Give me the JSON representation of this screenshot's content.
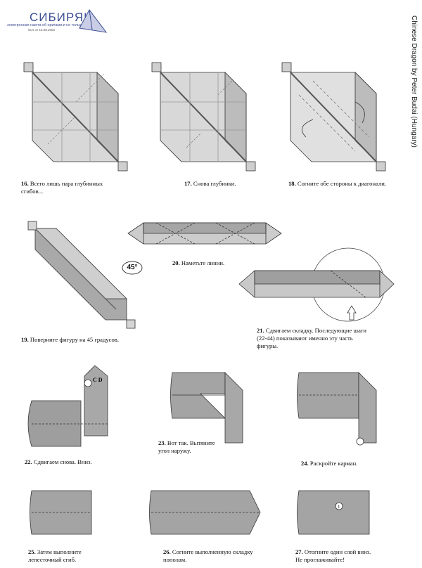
{
  "header": {
    "logo_title": "СИБИРЯК",
    "logo_subtitle": "электронная газета об оригами и не только",
    "logo_number": "№ 6 от 15.08.2002",
    "side_credit": "Chinese Dragon by Peter Budai (Hungary)"
  },
  "badge_45": "45°",
  "steps": [
    {
      "num": "16.",
      "text": "Всего лишь пара глубинных",
      "text2": "сгибов..."
    },
    {
      "num": "17.",
      "text": "Снова глубинки."
    },
    {
      "num": "18.",
      "text": "Согните обе стороны к диагонали."
    },
    {
      "num": "19.",
      "text": "Поверните фигуру на 45 градусов."
    },
    {
      "num": "20.",
      "text": "Наметьте линии."
    },
    {
      "num": "21.",
      "text": "Сдвигаем складку. Последующие шаги",
      "text2": "(22-44) показывают именно эту часть",
      "text3": "фигуры."
    },
    {
      "num": "22.",
      "text": "Сдвигаем снова. Вниз."
    },
    {
      "num": "23.",
      "text": "Вот так. Вытяните",
      "text2": "угол наружу."
    },
    {
      "num": "24.",
      "text": "Раскройте карман."
    },
    {
      "num": "25.",
      "text": "Затем выполните",
      "text2": "лепесточный сгиб."
    },
    {
      "num": "26.",
      "text": "Согните выполненную складку",
      "text2": "пополам."
    },
    {
      "num": "27.",
      "text": "Отогните один слой вниз.",
      "text2": "Не проглаживайте!"
    }
  ],
  "labels": {
    "cd": "C D",
    "circle_one": "1"
  },
  "colors": {
    "paper_light": "#e8e8e8",
    "paper_mid": "#bdbdbd",
    "paper_dark": "#8c8c8c",
    "logo_blue": "#3d4f93"
  }
}
